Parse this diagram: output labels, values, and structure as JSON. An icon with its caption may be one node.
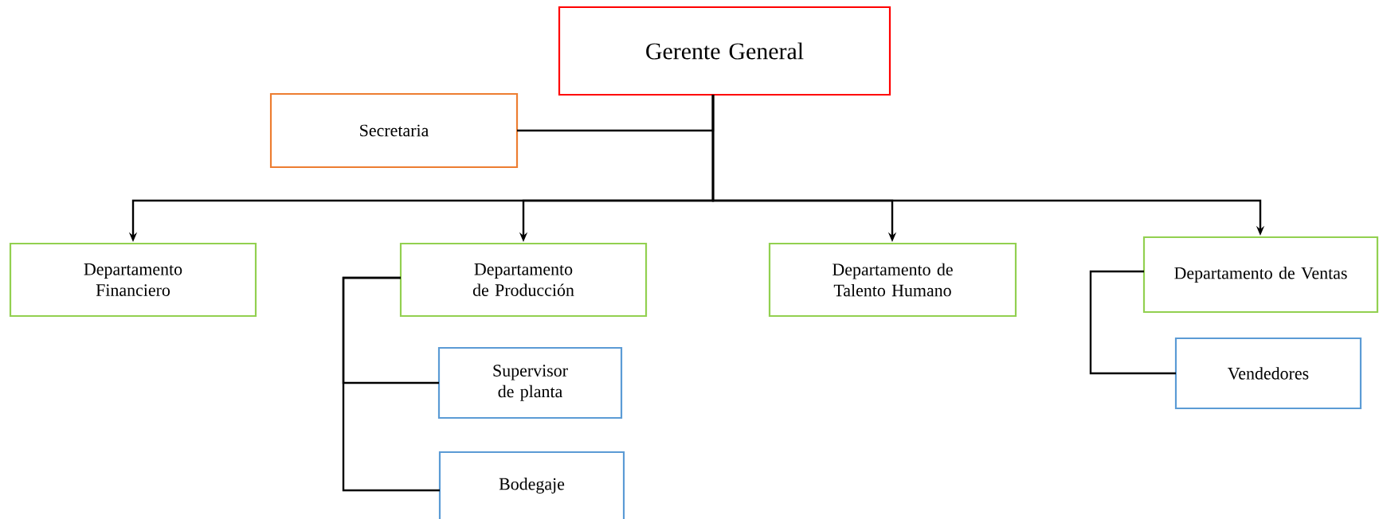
{
  "diagram": {
    "nodes": [
      {
        "text": [
          "Gerente General"
        ]
      },
      {
        "text": [
          "Secretaria"
        ]
      },
      {
        "text": [
          "Departamento Financiero"
        ]
      },
      {
        "text": [
          "Departamento de Producción"
        ]
      },
      {
        "text": [
          "Departamento de Talento Humano"
        ]
      },
      {
        "text": [
          "Departamento de Ventas"
        ]
      },
      {
        "text": [
          "Supervisor de planta"
        ]
      },
      {
        "text": [
          "Bodegaje"
        ]
      },
      {
        "text": [
          "Vendedores"
        ]
      }
    ],
    "edges": [
      {
        "from": 0,
        "to": 1,
        "arrow": "none"
      },
      {
        "from": 0,
        "to": 2,
        "arrow": "to"
      },
      {
        "from": 0,
        "to": 3,
        "arrow": "to"
      },
      {
        "from": 0,
        "to": 4,
        "arrow": "to"
      },
      {
        "from": 0,
        "to": 5,
        "arrow": "to"
      },
      {
        "from": 3,
        "to": 6,
        "arrow": "none"
      },
      {
        "from": 3,
        "to": 7,
        "arrow": "none"
      },
      {
        "from": 5,
        "to": 8,
        "arrow": "none"
      }
    ]
  }
}
